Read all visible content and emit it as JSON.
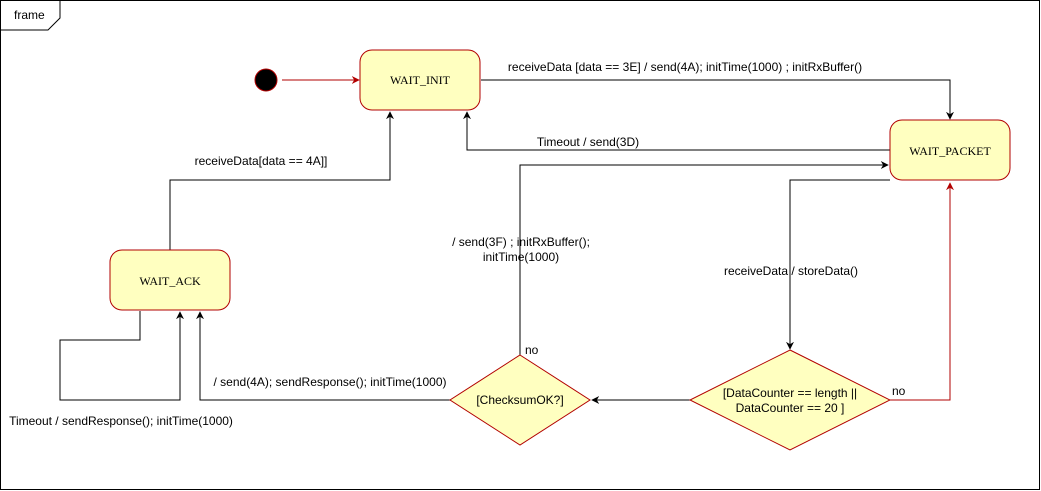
{
  "frame": {
    "label": "frame"
  },
  "colors": {
    "state_fill": "#ffffc0",
    "state_stroke": "#b20000",
    "line": "#000000",
    "initial_fill": "#000000"
  },
  "states": {
    "wait_init": "WAIT_INIT",
    "wait_packet": "WAIT_PACKET",
    "wait_ack": "WAIT_ACK"
  },
  "decisions": {
    "length_check": [
      "[DataCounter == length ||",
      "DataCounter == 20  ]"
    ],
    "checksum": "[ChecksumOK?]"
  },
  "transitions": {
    "init_to_packet": "receiveData [data == 3E] / send(4A); initTime(1000) ; initRxBuffer()",
    "packet_timeout": "Timeout / send(3D)",
    "ack_to_init": "receiveData[data == 4A]]",
    "checksum_fail": [
      "/ send(3F) ; initRxBuffer();",
      "initTime(1000)"
    ],
    "receive_store": "receiveData / storeData()",
    "no_length": "no",
    "no_checksum": "no",
    "checksum_ok": "/ send(4A); sendResponse(); initTime(1000)",
    "ack_timeout": "Timeout / sendResponse(); initTime(1000)"
  }
}
